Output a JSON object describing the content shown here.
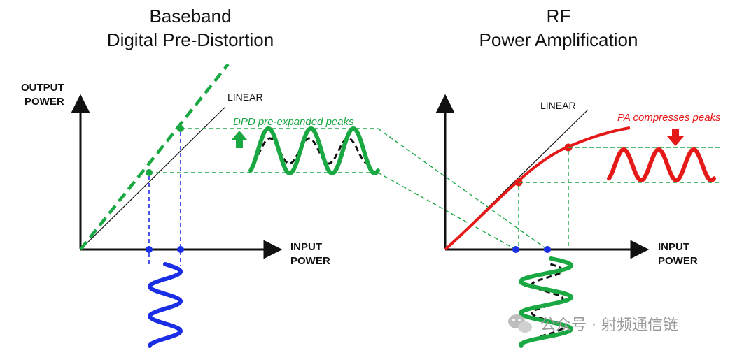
{
  "colors": {
    "green": "#1aa843",
    "red": "#e61919",
    "blue": "#1a2ee6",
    "black": "#111111",
    "watermark": "#9a9a9a"
  },
  "left_panel": {
    "title_line1": "Baseband",
    "title_line2": "Digital Pre-Distortion",
    "y_label_line1": "OUTPUT",
    "y_label_line2": "POWER",
    "x_label_line1": "INPUT",
    "x_label_line2": "POWER",
    "linear_label": "LINEAR",
    "annotation": "DPD pre-expanded peaks",
    "arrow_icon": "up-arrow-icon"
  },
  "right_panel": {
    "title_line1": "RF",
    "title_line2": "Power Amplification",
    "x_label_line1": "INPUT",
    "x_label_line2": "POWER",
    "linear_label": "LINEAR",
    "annotation": "PA compresses peaks",
    "arrow_icon": "down-arrow-icon"
  },
  "watermark": {
    "icon": "wechat-icon",
    "text": "公众号 · 射频通信链"
  }
}
